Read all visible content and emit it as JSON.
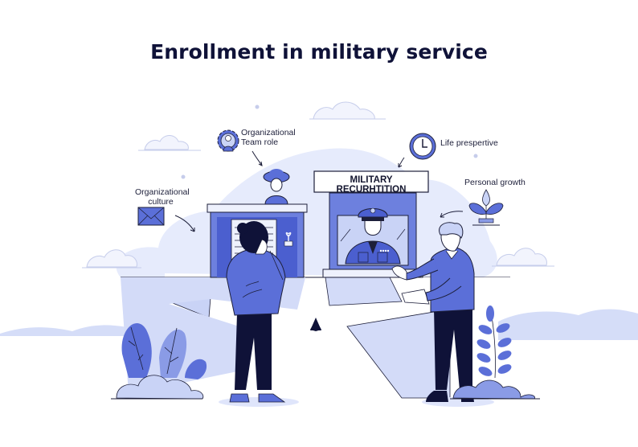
{
  "title": "Enrollment in military service",
  "sign": {
    "text": "MILITARY RECURHTITION"
  },
  "callouts": [
    {
      "id": "team-role",
      "label_line1": "Organizational",
      "label_line2": "Team role",
      "icon": "gear-person-icon"
    },
    {
      "id": "life",
      "label": "Life prespertive",
      "icon": "clock-icon"
    },
    {
      "id": "culture",
      "label_line1": "Organizational",
      "label_line2": "culture",
      "icon": "envelope-icon"
    },
    {
      "id": "growth",
      "label": "Personal growth",
      "icon": "plant-icon"
    }
  ],
  "colors": {
    "primary": "#5b6fd8",
    "light": "#c9d3f6",
    "pale": "#e3e8fb",
    "dark": "#0f1238",
    "outline": "#1d1f3a"
  }
}
